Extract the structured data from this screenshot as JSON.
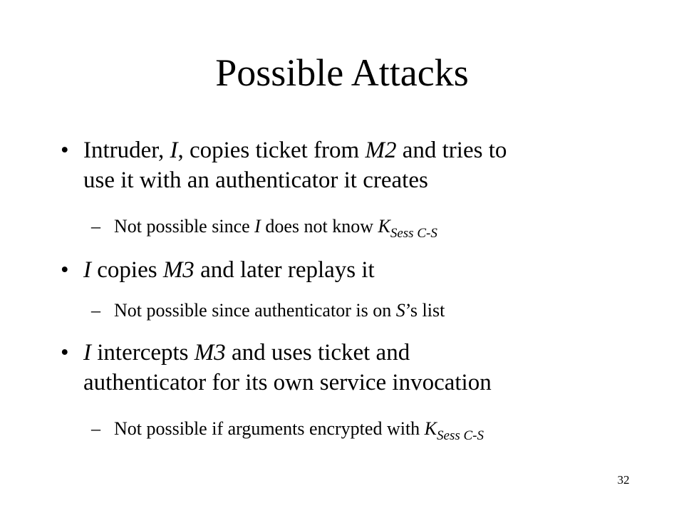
{
  "slide": {
    "title": "Possible Attacks",
    "bullet_glyph": "•",
    "dash_glyph": "–",
    "bullets": [
      {
        "line1": [
          {
            "t": "Intruder, "
          },
          {
            "i": "I"
          },
          {
            "t": ", copies ticket from "
          },
          {
            "i": "M2"
          },
          {
            "t": " and tries to"
          }
        ],
        "line2": "use it with an authenticator it creates",
        "sub": {
          "prefix": "Not possible since ",
          "prefix_italic": "I",
          "middle": " does not know ",
          "key": "K",
          "key_sub": "Sess C-S"
        }
      },
      {
        "parts": [
          {
            "i": "I"
          },
          {
            "t": " copies "
          },
          {
            "i": "M3"
          },
          {
            "t": " and later replays it"
          }
        ],
        "sub": {
          "prefix": "Not possible since authenticator is on ",
          "prefix_italic": "S",
          "middle": "’s list"
        }
      },
      {
        "line1": [
          {
            "i": "I"
          },
          {
            "t": " intercepts "
          },
          {
            "i": "M3"
          },
          {
            "t": " and uses ticket and"
          }
        ],
        "line2": "authenticator for its own service invocation",
        "sub": {
          "prefix": "Not possible if arguments encrypted with ",
          "key": "K",
          "key_sub": "Sess C-S"
        }
      }
    ],
    "page_number": "32"
  }
}
